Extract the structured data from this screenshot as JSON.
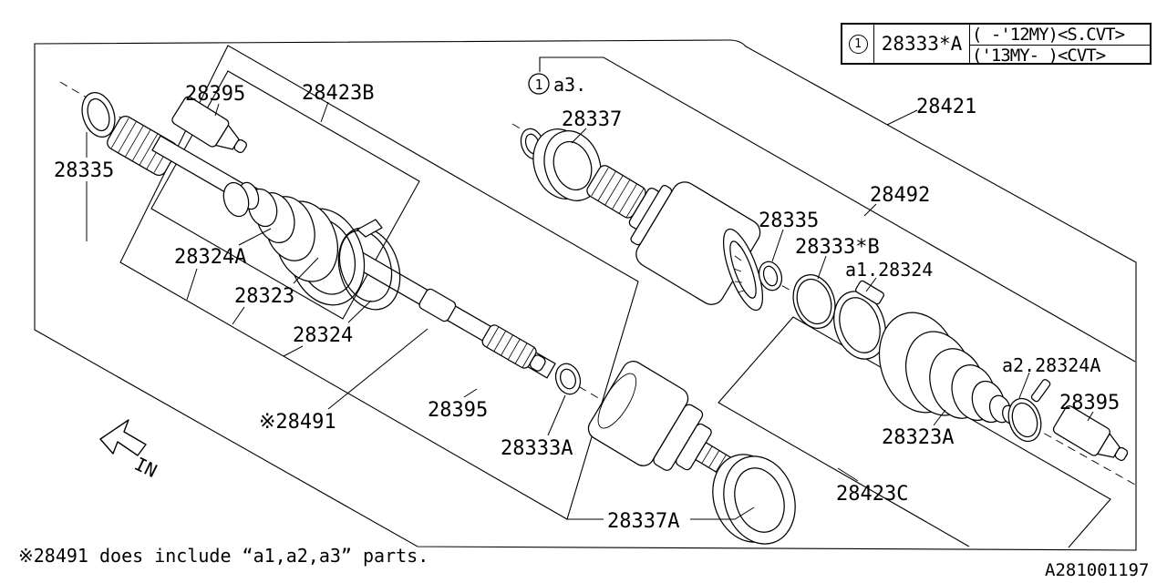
{
  "figure": {
    "doc_number": "A281001197",
    "footnote": "※28491 does include “a1,a2,a3” parts.",
    "direction_label": "IN",
    "ref_circle": "1"
  },
  "info_table": {
    "ref_symbol": "1",
    "part_number": "28333*A",
    "rows": [
      "( -'12MY)<S.CVT>",
      "('13MY- )<CVT>"
    ]
  },
  "callouts": {
    "c28395_tl": "28395",
    "c28423B": "28423B",
    "c28335_l": "28335",
    "c28324A": "28324A",
    "c28323": "28323",
    "c28324": "28324",
    "c28491": "※28491",
    "c28395_m": "28395",
    "c28333A": "28333A",
    "c28337A": "28337A",
    "ca3": "a3.",
    "c28337": "28337",
    "c28421": "28421",
    "c28492": "28492",
    "c28335_m": "28335",
    "c28333B": "28333*B",
    "ca1_28324": "a1.28324",
    "ca2_28324A": "a2.28324A",
    "ca2_a2": "a2.28324A",
    "c28395_r": "28395",
    "c28323A": "28323A",
    "c28423C": "28423C"
  }
}
